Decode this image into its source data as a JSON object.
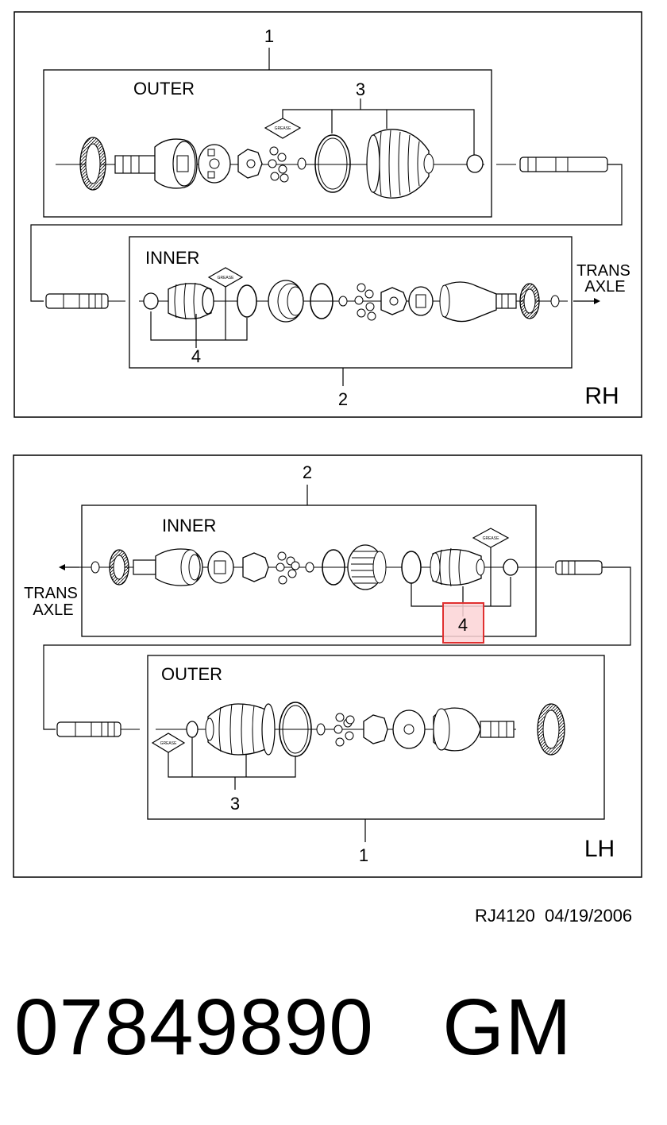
{
  "rh_panel": {
    "side_label": "RH",
    "outer": {
      "title": "OUTER",
      "callout_box": "1",
      "callout_parts": "3"
    },
    "inner": {
      "title": "INNER",
      "callout_box": "2",
      "callout_parts": "4"
    },
    "trans_axle": [
      "TRANS",
      "AXLE"
    ],
    "grease_label": "GREASE"
  },
  "lh_panel": {
    "side_label": "LH",
    "inner": {
      "title": "INNER",
      "callout_box": "2",
      "callout_parts": "4"
    },
    "outer": {
      "title": "OUTER",
      "callout_box": "1",
      "callout_parts": "3"
    },
    "trans_axle": [
      "TRANS",
      "AXLE"
    ],
    "grease_label": "GREASE",
    "highlight": {
      "label": "4",
      "color": "#e03030"
    }
  },
  "drawing_ref": "RJ4120  04/19/2006",
  "part_number": "07849890",
  "brand": "GM"
}
